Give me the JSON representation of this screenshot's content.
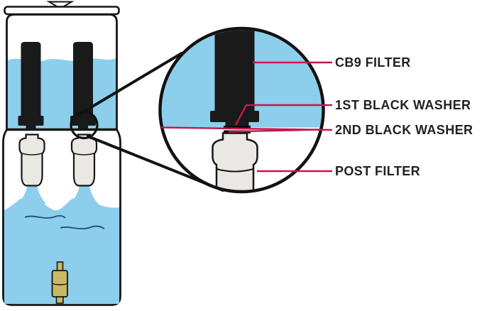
{
  "labels": {
    "cb9_filter": "CB9 FILTER",
    "first_black_washer": "1ST BLACK WASHER",
    "second_black_washer": "2ND BLACK WASHER",
    "post_filter": "POST FILTER"
  },
  "colors": {
    "water": "#8DCEEC",
    "outline": "#161616",
    "filter-black": "#1A1A1A",
    "post-filter-fill": "#EAE8E4",
    "pointer-line": "#C2184F",
    "label-text": "#231F20",
    "spigot": "#C8B766",
    "pool-wave": "#1E4E79"
  }
}
